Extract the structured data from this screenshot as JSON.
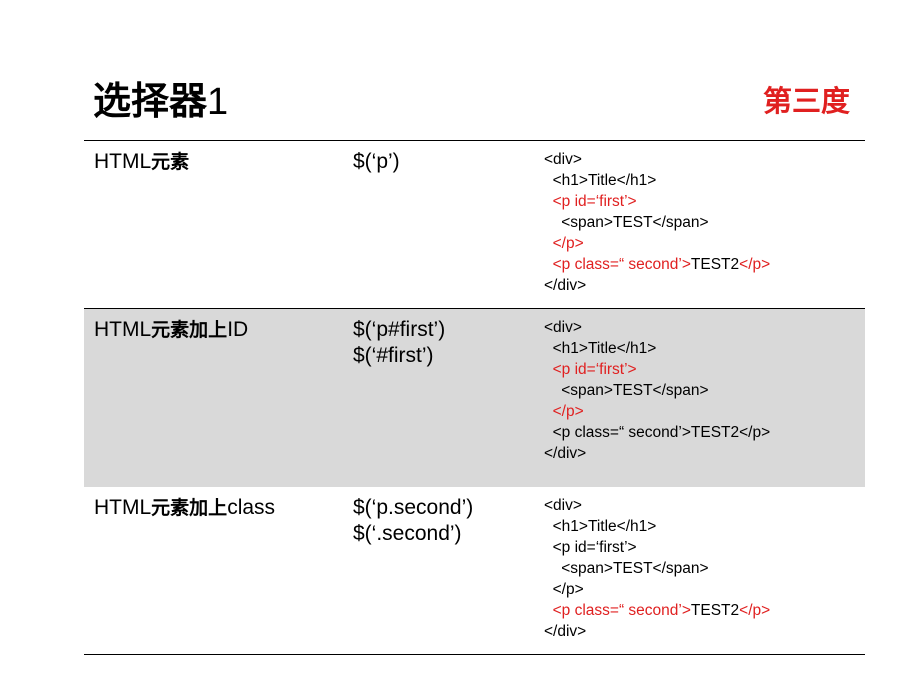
{
  "title": {
    "text": "选择器",
    "num": "1"
  },
  "brand": "第三度",
  "rows": [
    {
      "name_en": "HTML",
      "name_zh": "元素",
      "name_suffix": "",
      "selectors": [
        "$(‘p’)"
      ],
      "code": {
        "l1": "<div>",
        "l2": "  <h1>Title</h1>",
        "l3": "  <p id=‘first’>",
        "l4": "    <span>TEST</span>",
        "l5": "  </p>",
        "l6a": "  <p class=“ second’>",
        "l6b": "TEST2",
        "l6c": "</p>",
        "l7": "</div>"
      }
    },
    {
      "name_en": "HTML",
      "name_zh": "元素加上",
      "name_suffix": "ID",
      "selectors": [
        "$(‘p#first’)",
        "$(‘#first’)"
      ],
      "code": {
        "l1": "<div>",
        "l2": "  <h1>Title</h1>",
        "l3": "  <p id=‘first’>",
        "l4": "    <span>TEST</span>",
        "l5": "  </p>",
        "l6": "  <p class=“ second’>TEST2</p>",
        "l7": "</div>"
      }
    },
    {
      "name_en": "HTML",
      "name_zh": "元素加上",
      "name_suffix": "class",
      "selectors": [
        "$(‘p.second’)",
        "$(‘.second’)"
      ],
      "code": {
        "l1": "<div>",
        "l2": "  <h1>Title</h1>",
        "l3": "  <p id=‘first’>",
        "l4": "    <span>TEST</span>",
        "l5": "  </p>",
        "l6a": "  <p class=“ second’>",
        "l6b": "TEST2",
        "l6c": "</p>",
        "l7": "</div>"
      }
    }
  ],
  "colors": {
    "accent": "#e02020",
    "shade": "#d9d9d9"
  }
}
